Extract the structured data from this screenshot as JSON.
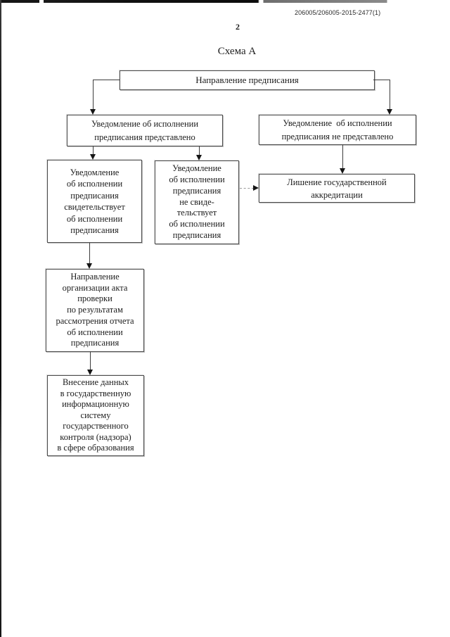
{
  "page": {
    "doc_number": "206005/206005-2015-2477(1)",
    "page_number": "2",
    "title": "Схема А"
  },
  "flowchart": {
    "nodes": {
      "direction": "Направление предписания",
      "notice_submitted": "Уведомление об исполнении\nпредписания представлено",
      "notice_not_submitted": "Уведомление  об исполнении\nпредписания не представлено",
      "notice_confirms": "Уведомление\nоб исполнении\nпредписания\nсвидетельствует\nоб исполнении\nпредписания",
      "notice_not_confirms": "Уведомление\nоб исполнении\nпредписания\nне свиде-\nтельствует\nоб исполнении\nпредписания",
      "revocation": "Лишение государственной\nаккредитации",
      "inspection_act": "Направление\nорганизации акта\nпроверки\nпо результатам\nрассмотрения отчета\nоб исполнении\nпредписания",
      "data_entry": "Внесение данных\nв государственную\nинформационную\nсистему\nгосударственного\nконтроля (надзора)\nв сфере образования"
    },
    "colors": {
      "ink": "#1c1c1c",
      "box_border": "#4d4d4d",
      "paper": "#ffffff"
    }
  }
}
